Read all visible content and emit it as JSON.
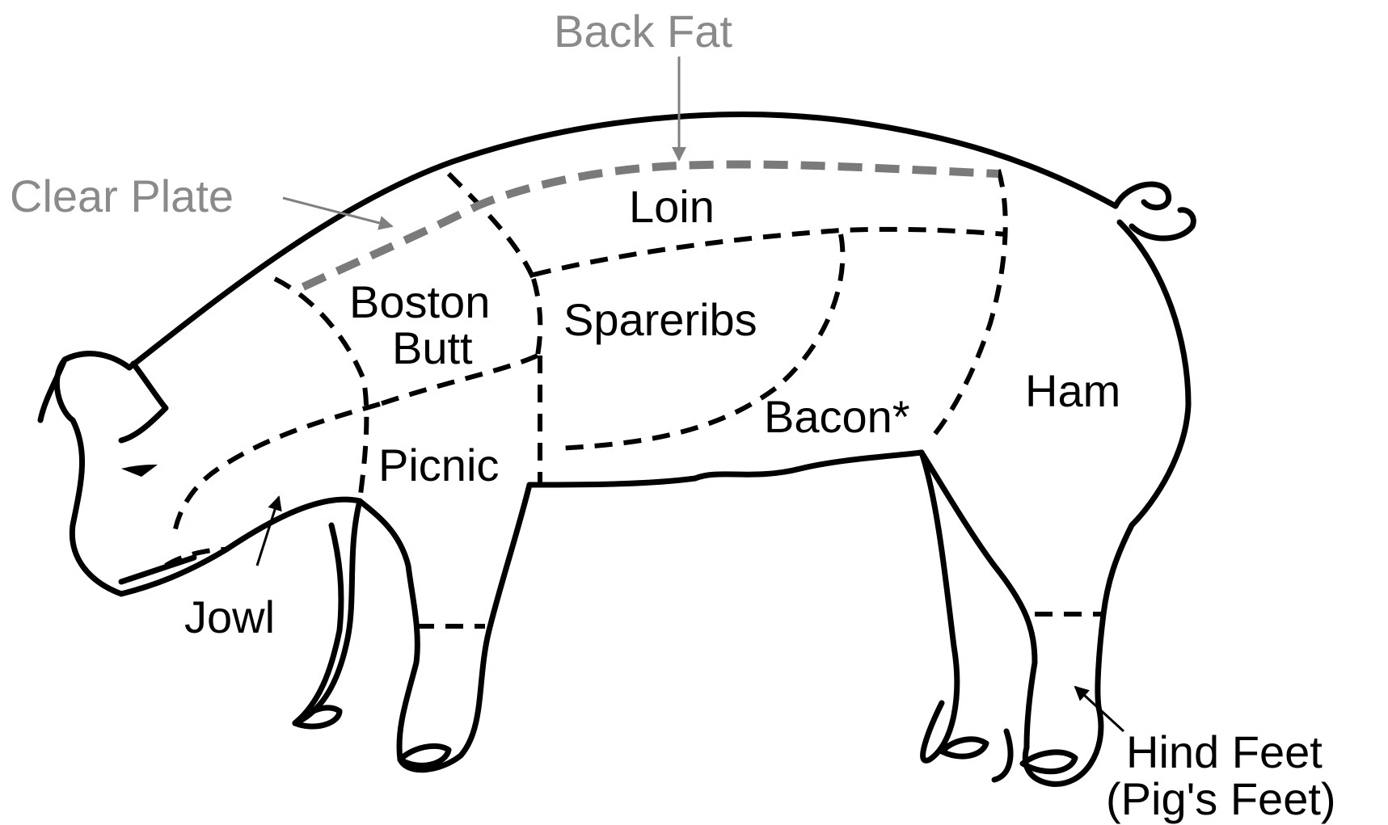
{
  "diagram": {
    "labels": {
      "back_fat": "Back Fat",
      "clear_plate": "Clear Plate",
      "loin": "Loin",
      "boston_butt_line1": "Boston",
      "boston_butt_line2": "Butt",
      "spareribs": "Spareribs",
      "ham": "Ham",
      "bacon": "Bacon*",
      "picnic": "Picnic",
      "jowl": "Jowl",
      "hind_feet_line1": "Hind Feet",
      "hind_feet_line2": "(Pig's Feet)"
    },
    "colors": {
      "outline": "#000000",
      "fat_labels": "#8a8a8a",
      "background": "#ffffff"
    }
  }
}
